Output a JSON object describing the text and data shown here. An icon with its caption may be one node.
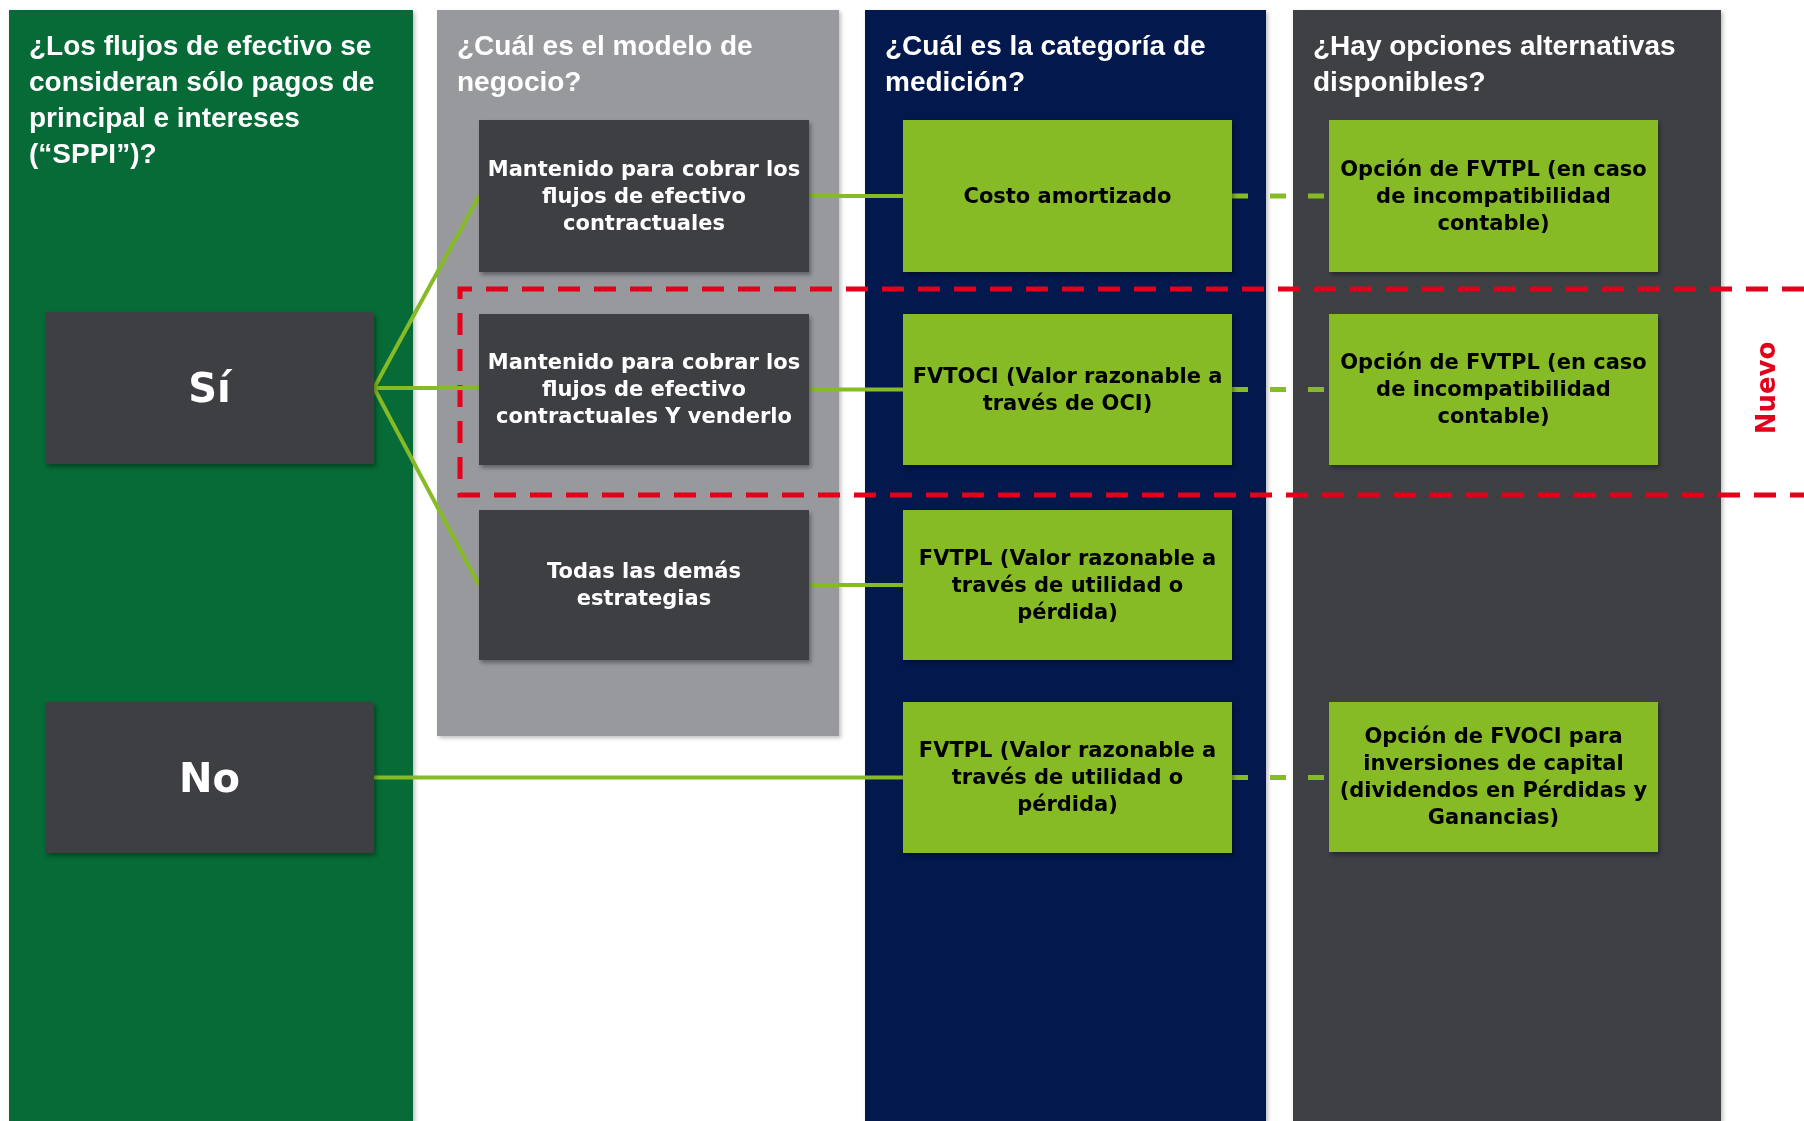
{
  "diagram": {
    "nodes": [
      {
        "text": [
          "¿Los flujos de efectivo se consideran sólo pagos de principal e intereses (“SPPI”)?"
        ]
      },
      {
        "text": [
          "¿Cuál es el modelo de negocio?"
        ]
      },
      {
        "text": [
          "¿Cuál es la categoría de medición?"
        ]
      },
      {
        "text": [
          "¿Hay opciones alternativas disponibles?"
        ]
      },
      {
        "text": [
          "Sí"
        ],
        "in": 0
      },
      {
        "text": [
          "No"
        ],
        "in": 0
      },
      {
        "text": [
          "Mantenido para cobrar los flujos de efectivo contractuales"
        ],
        "in": 1
      },
      {
        "text": [
          "Mantenido para cobrar los flujos de efectivo contractuales Y venderlo"
        ],
        "in": 1
      },
      {
        "text": [
          "Todas las demás estrategias"
        ],
        "in": 1
      },
      {
        "text": [
          "Costo amortizado"
        ],
        "in": 2
      },
      {
        "text": [
          "FVTOCI (Valor razonable a través de OCI)"
        ],
        "in": 2
      },
      {
        "text": [
          "FVTPL (Valor razonable a través de utilidad o pérdida)"
        ],
        "in": 2
      },
      {
        "text": [
          "FVTPL (Valor razonable a través de utilidad o pérdida)"
        ],
        "in": 2
      },
      {
        "text": [
          "Opción de FVTPL (en caso de incompatibilidad contable)"
        ],
        "in": 3
      },
      {
        "text": [
          "Opción de FVTPL (en caso de incompatibilidad contable)"
        ],
        "in": 3
      },
      {
        "text": [
          "Opción de FVOCI para inversiones de capital (dividendos en Pérdidas y Ganancias)"
        ],
        "in": 3
      }
    ],
    "edges": [
      {
        "from": 4,
        "to": 6,
        "arrow": "none"
      },
      {
        "from": 4,
        "to": 7,
        "arrow": "none"
      },
      {
        "from": 4,
        "to": 8,
        "arrow": "none"
      },
      {
        "from": 5,
        "to": 12,
        "arrow": "none"
      },
      {
        "from": 6,
        "to": 9,
        "arrow": "none"
      },
      {
        "from": 7,
        "to": 10,
        "arrow": "none"
      },
      {
        "from": 8,
        "to": 11,
        "arrow": "none"
      },
      {
        "from": 9,
        "to": 13,
        "arrow": "none",
        "style": "dashed"
      },
      {
        "from": 10,
        "to": 14,
        "arrow": "none",
        "style": "dashed"
      },
      {
        "from": 12,
        "to": 15,
        "arrow": "none",
        "style": "dashed"
      }
    ],
    "labels": [
      "Nuevo"
    ]
  }
}
